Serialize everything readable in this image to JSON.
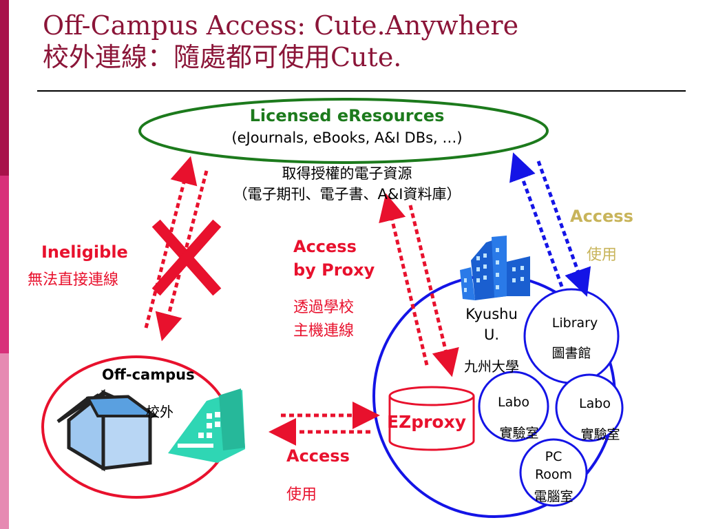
{
  "title": {
    "line1": "Off-Campus Access: Cute.Anywhere",
    "line2": "校外連線：隨處都可使用Cute."
  },
  "eresources": {
    "title": "Licensed eResources",
    "subtitle": "(eJournals, eBooks, A&I DBs, …)",
    "zh_line1": "取得授權的電子資源",
    "zh_line2": "（電子期刊、電子書、A&I資料庫）"
  },
  "ineligible": {
    "en": "Ineligible",
    "zh": "無法直接連線"
  },
  "proxy_access": {
    "en1": "Access",
    "en2": "by Proxy",
    "zh1": "透過學校",
    "zh2": "主機連線"
  },
  "campus_access": {
    "en": "Access",
    "zh": "使用"
  },
  "offcampus": {
    "label": "Off-campus",
    "zh": "校外"
  },
  "bottom_access": {
    "en": "Access",
    "zh": "使用"
  },
  "ezproxy": {
    "label": "EZproxy"
  },
  "kyushu": {
    "en1": "Kyushu",
    "en2": "U.",
    "zh": "九州大學"
  },
  "library": {
    "en": "Library",
    "zh": "圖書館"
  },
  "labo1": {
    "en": "Labo",
    "zh": "實驗室"
  },
  "labo2": {
    "en": "Labo",
    "zh": "實驗室"
  },
  "pcroom": {
    "en1": "PC",
    "en2": "Room",
    "zh": "電腦室"
  },
  "colors": {
    "title": "#8b1538",
    "green": "#1c7a1c",
    "red": "#e8112d",
    "blue": "#1414e6",
    "gold": "#c8b45a",
    "teal": "#2fd6b4"
  }
}
